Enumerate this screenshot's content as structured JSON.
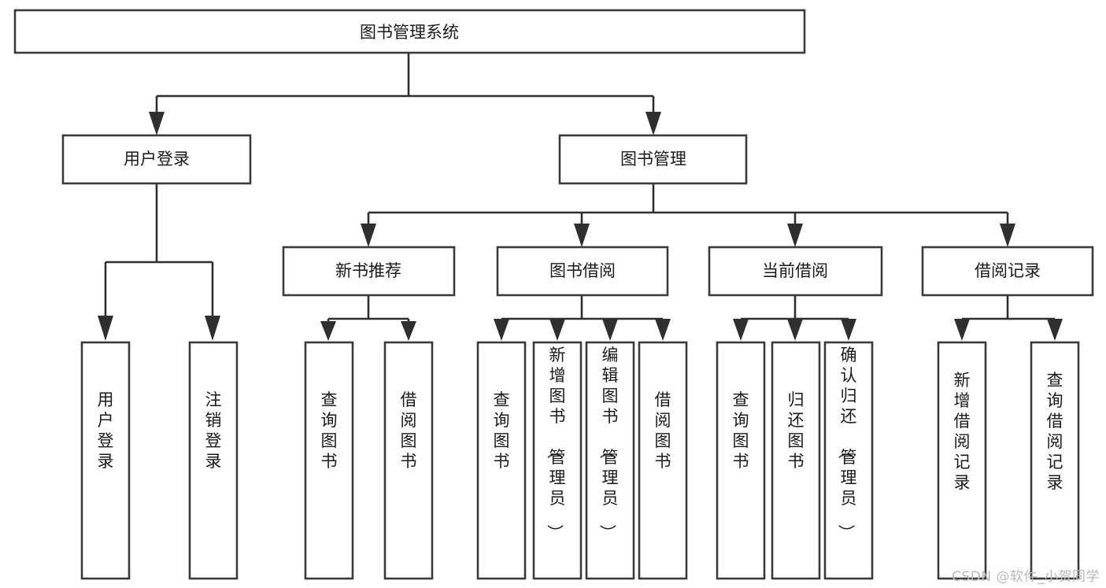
{
  "diagram": {
    "type": "tree-hierarchy",
    "title": "图书管理系统",
    "root": {
      "id": "root",
      "label": "图书管理系统"
    },
    "level1": [
      {
        "id": "user-login",
        "label": "用户登录"
      },
      {
        "id": "book-manage",
        "label": "图书管理"
      }
    ],
    "level2": [
      {
        "id": "new-book-rec",
        "label": "新书推荐",
        "parent": "book-manage"
      },
      {
        "id": "book-borrow",
        "label": "图书借阅",
        "parent": "book-manage"
      },
      {
        "id": "current-borrow",
        "label": "当前借阅",
        "parent": "book-manage"
      },
      {
        "id": "borrow-record",
        "label": "借阅记录",
        "parent": "book-manage"
      }
    ],
    "leaves": {
      "user-login": [
        {
          "id": "leaf-user-login",
          "label": "用户登录"
        },
        {
          "id": "leaf-logout",
          "label": "注销登录"
        }
      ],
      "new-book-rec": [
        {
          "id": "leaf-query-book-1",
          "label": "查询图书"
        },
        {
          "id": "leaf-borrow-book-1",
          "label": "借阅图书"
        }
      ],
      "book-borrow": [
        {
          "id": "leaf-query-book-2",
          "label": "查询图书"
        },
        {
          "id": "leaf-add-book",
          "label": "新增图书（管理员）"
        },
        {
          "id": "leaf-edit-book",
          "label": "编辑图书（管理员）"
        },
        {
          "id": "leaf-borrow-book-2",
          "label": "借阅图书"
        }
      ],
      "current-borrow": [
        {
          "id": "leaf-query-book-3",
          "label": "查询图书"
        },
        {
          "id": "leaf-return-book",
          "label": "归还图书"
        },
        {
          "id": "leaf-confirm-return",
          "label": "确认归还（管理员）"
        }
      ],
      "borrow-record": [
        {
          "id": "leaf-add-record",
          "label": "新增借阅记录"
        },
        {
          "id": "leaf-query-record",
          "label": "查询借阅记录"
        }
      ]
    }
  },
  "watermark": {
    "text": "CSDN @软件_小贺同学"
  },
  "colors": {
    "background": "#ffffff",
    "box_fill": "#ffffff",
    "box_stroke": "#3a3a3a",
    "connector": "#2f2f2f",
    "label_text": "#1a1a1a",
    "watermark_text": "#b9b9b9"
  }
}
